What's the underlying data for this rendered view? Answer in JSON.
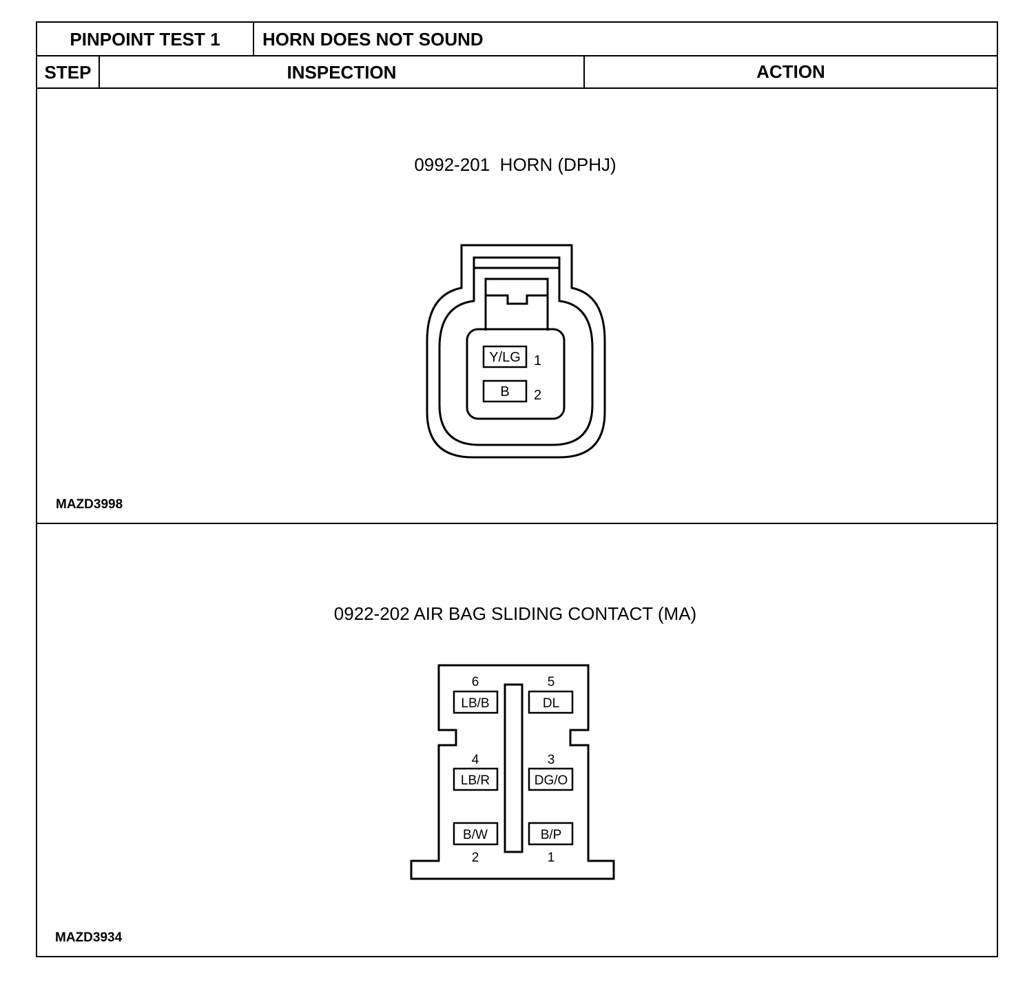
{
  "header": {
    "test_label": "PINPOINT TEST 1",
    "test_title": "HORN DOES NOT SOUND"
  },
  "columns": {
    "step": "STEP",
    "inspection": "INSPECTION",
    "action": "ACTION"
  },
  "figure1": {
    "caption": "0992-201  HORN (DPHJ)",
    "code": "MAZD3998",
    "pins": [
      {
        "color": "Y/LG",
        "number": "1"
      },
      {
        "color": "B",
        "number": "2"
      }
    ]
  },
  "figure2": {
    "caption": "0922-202 AIR BAG SLIDING CONTACT (MA)",
    "code": "MAZD3934",
    "pins": [
      {
        "number": "6",
        "color": "LB/B"
      },
      {
        "number": "5",
        "color": "DL"
      },
      {
        "number": "4",
        "color": "LB/R"
      },
      {
        "number": "3",
        "color": "DG/O"
      },
      {
        "number": "2",
        "color": "B/W"
      },
      {
        "number": "1",
        "color": "B/P"
      }
    ]
  }
}
